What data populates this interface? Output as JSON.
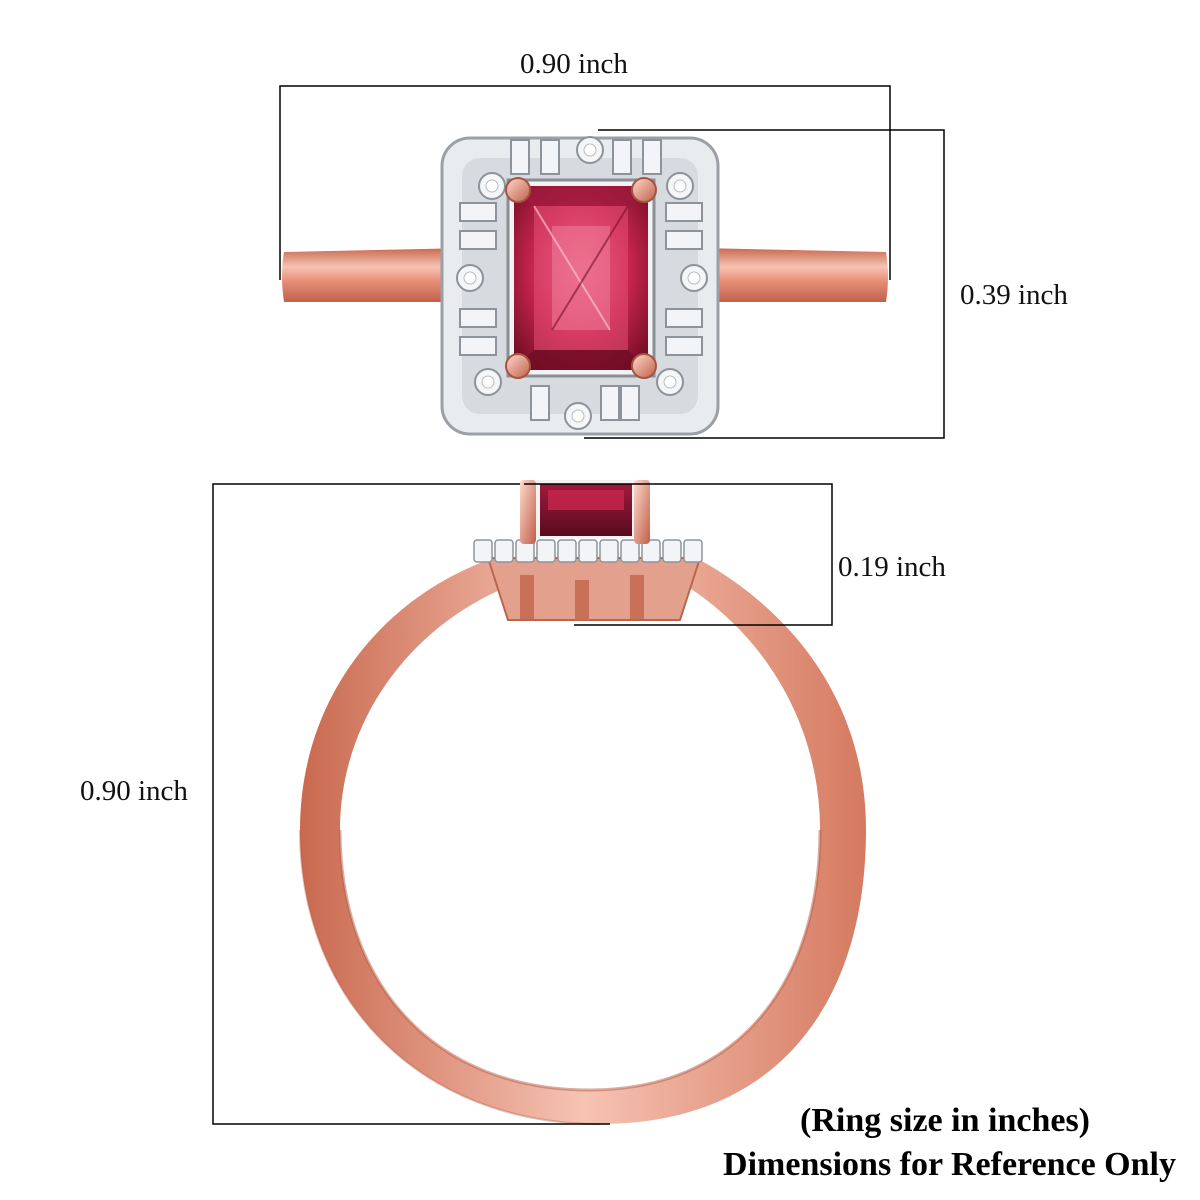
{
  "dimensions": {
    "top_width": "0.90 inch",
    "top_height": "0.39 inch",
    "side_setting_height": "0.19 inch",
    "side_total_height": "0.90 inch"
  },
  "caption": {
    "line1": "(Ring size in inches)",
    "line2": "Dimensions for Reference Only"
  },
  "colors": {
    "rose_gold": "#e8907a",
    "rose_gold_light": "#f6c3b3",
    "rose_gold_dark": "#c9694f",
    "gemstone": "#c8254e",
    "gemstone_dark": "#8a1230",
    "diamond": "#f2f4f7",
    "measure_line": "#000000"
  }
}
